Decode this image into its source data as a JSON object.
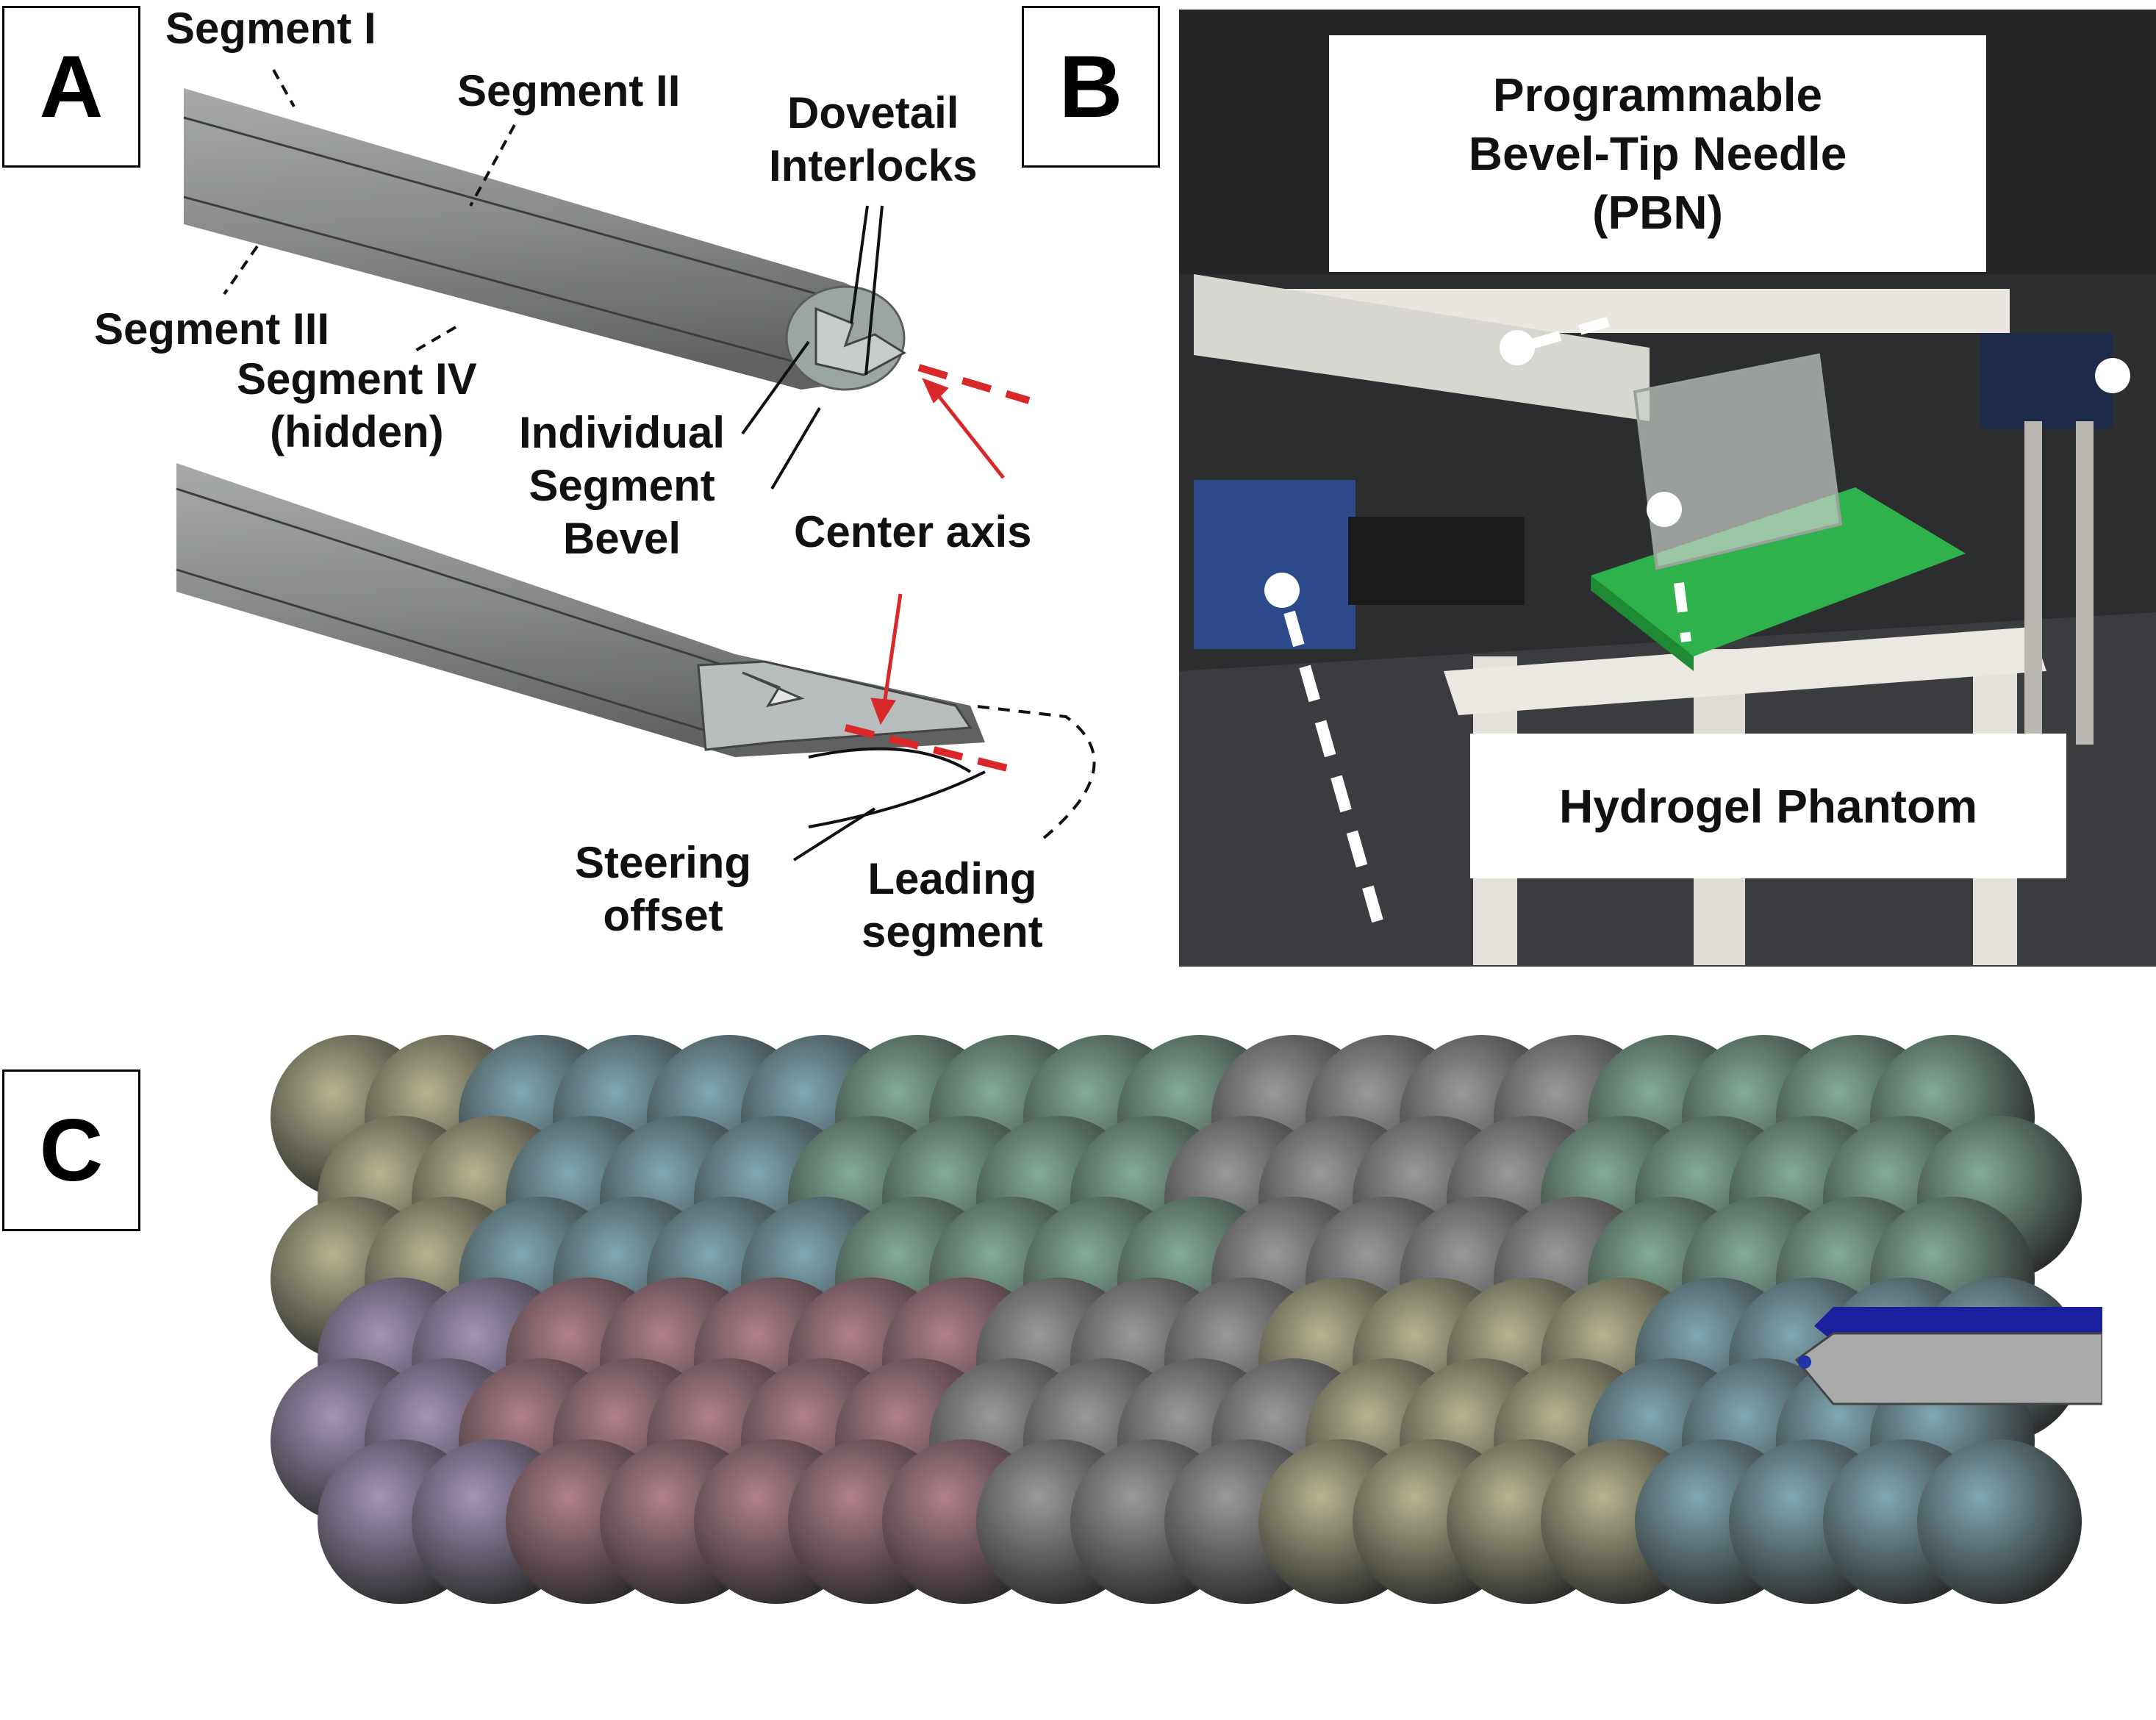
{
  "panels": {
    "a": {
      "letter": "A",
      "labels": {
        "segment_i": "Segment I",
        "segment_ii": "Segment II",
        "segment_iii": "Segment III",
        "segment_iv": [
          "Segment IV",
          "(hidden)"
        ],
        "dovetail": [
          "Dovetail",
          "Interlocks"
        ],
        "individual_bevel": [
          "Individual",
          "Segment",
          "Bevel"
        ],
        "center_axis": "Center axis",
        "steering_offset": [
          "Steering",
          "offset"
        ],
        "leading_segment": [
          "Leading",
          "segment"
        ]
      }
    },
    "b": {
      "letter": "B",
      "labels": {
        "pbn": [
          "Programmable",
          "Bevel-Tip Needle",
          "(PBN)"
        ],
        "phantom": "Hydrogel Phantom"
      }
    },
    "c": {
      "letter": "C"
    }
  },
  "colors": {
    "needle_gray": "#8c8f8e",
    "axis_red": "#d9282a",
    "phantom_green": "#2fb14b",
    "needle_blue": "#1a1f9e",
    "sphere_palette": [
      "#b7b58e",
      "#7fa9b2",
      "#82ad98",
      "#9a9a9a",
      "#a394b8",
      "#b27f8c"
    ]
  }
}
